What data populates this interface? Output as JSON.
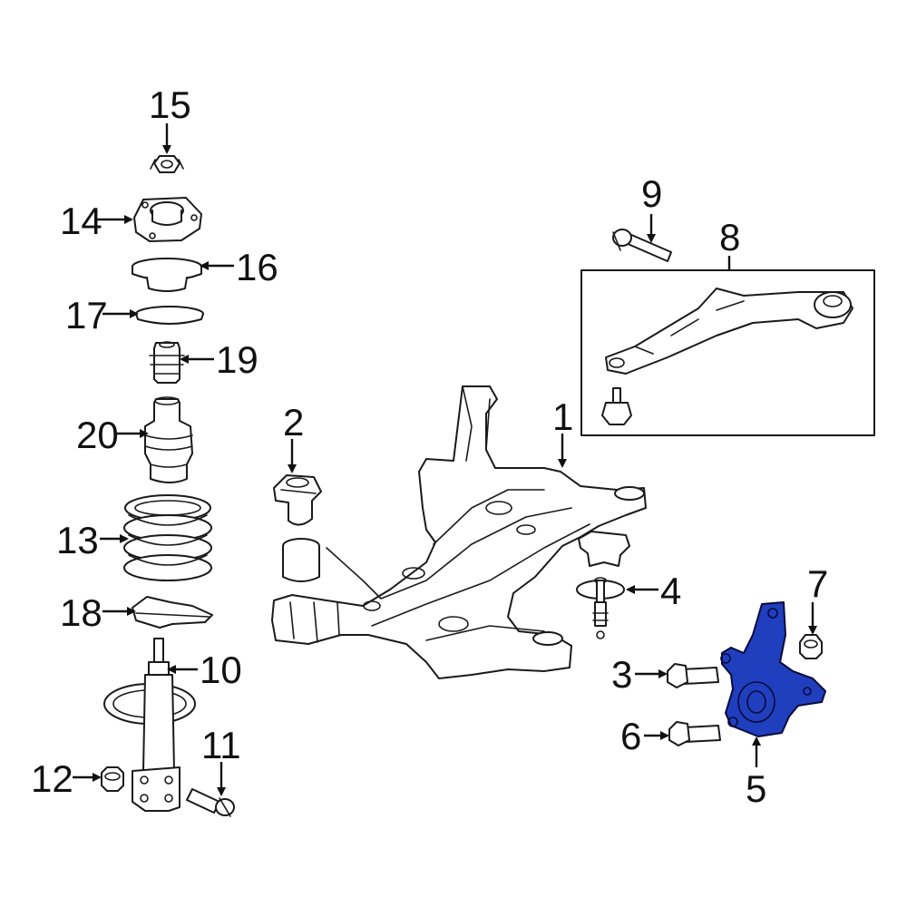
{
  "colors": {
    "highlight": "#1f3fbf"
  },
  "callouts": {
    "c1": "1",
    "c2": "2",
    "c3": "3",
    "c4": "4",
    "c5": "5",
    "c6": "6",
    "c7": "7",
    "c8": "8",
    "c9": "9",
    "c10": "10",
    "c11": "11",
    "c12": "12",
    "c13": "13",
    "c14": "14",
    "c15": "15",
    "c16": "16",
    "c17": "17",
    "c18": "18",
    "c19": "19",
    "c20": "20"
  }
}
